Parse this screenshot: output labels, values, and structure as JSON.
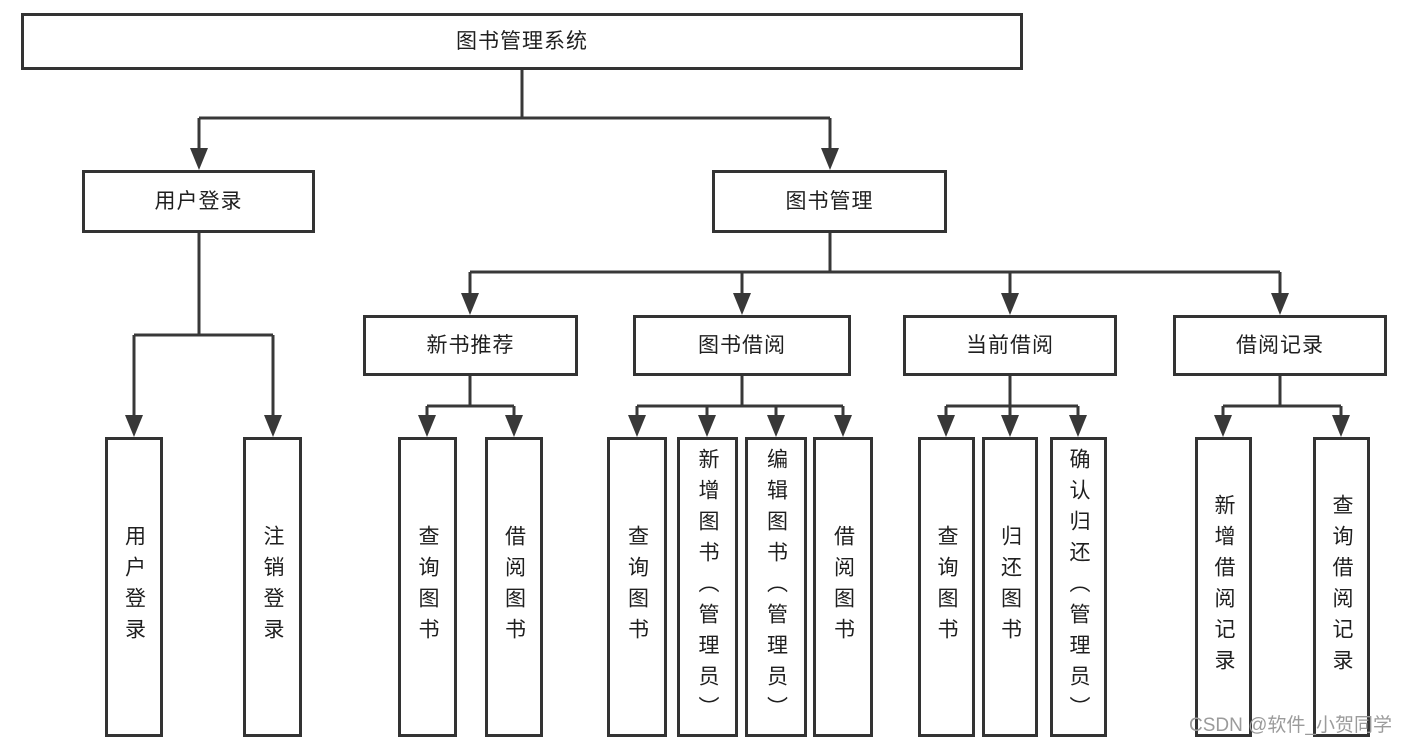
{
  "diagram": {
    "root": {
      "label": "图书管理系统"
    },
    "level2": [
      {
        "label": "用户登录"
      },
      {
        "label": "图书管理"
      }
    ],
    "level3": [
      {
        "label": "新书推荐"
      },
      {
        "label": "图书借阅"
      },
      {
        "label": "当前借阅"
      },
      {
        "label": "借阅记录"
      }
    ],
    "leaves": [
      {
        "label": "用户登录"
      },
      {
        "label": "注销登录"
      },
      {
        "label": "查询图书"
      },
      {
        "label": "借阅图书"
      },
      {
        "label": "查询图书"
      },
      {
        "label": "新增图书（管理员）"
      },
      {
        "label": "编辑图书（管理员）"
      },
      {
        "label": "借阅图书"
      },
      {
        "label": "查询图书"
      },
      {
        "label": "归还图书"
      },
      {
        "label": "确认归还（管理员）"
      },
      {
        "label": "新增借阅记录"
      },
      {
        "label": "查询借阅记录"
      }
    ],
    "watermark": "CSDN @软件_小贺同学",
    "colors": {
      "line": "#383838",
      "box_border": "#333333",
      "box_fill": "#ffffff",
      "text": "#1f1f1f",
      "watermark": "#9b9b9b",
      "background": "#ffffff"
    }
  }
}
